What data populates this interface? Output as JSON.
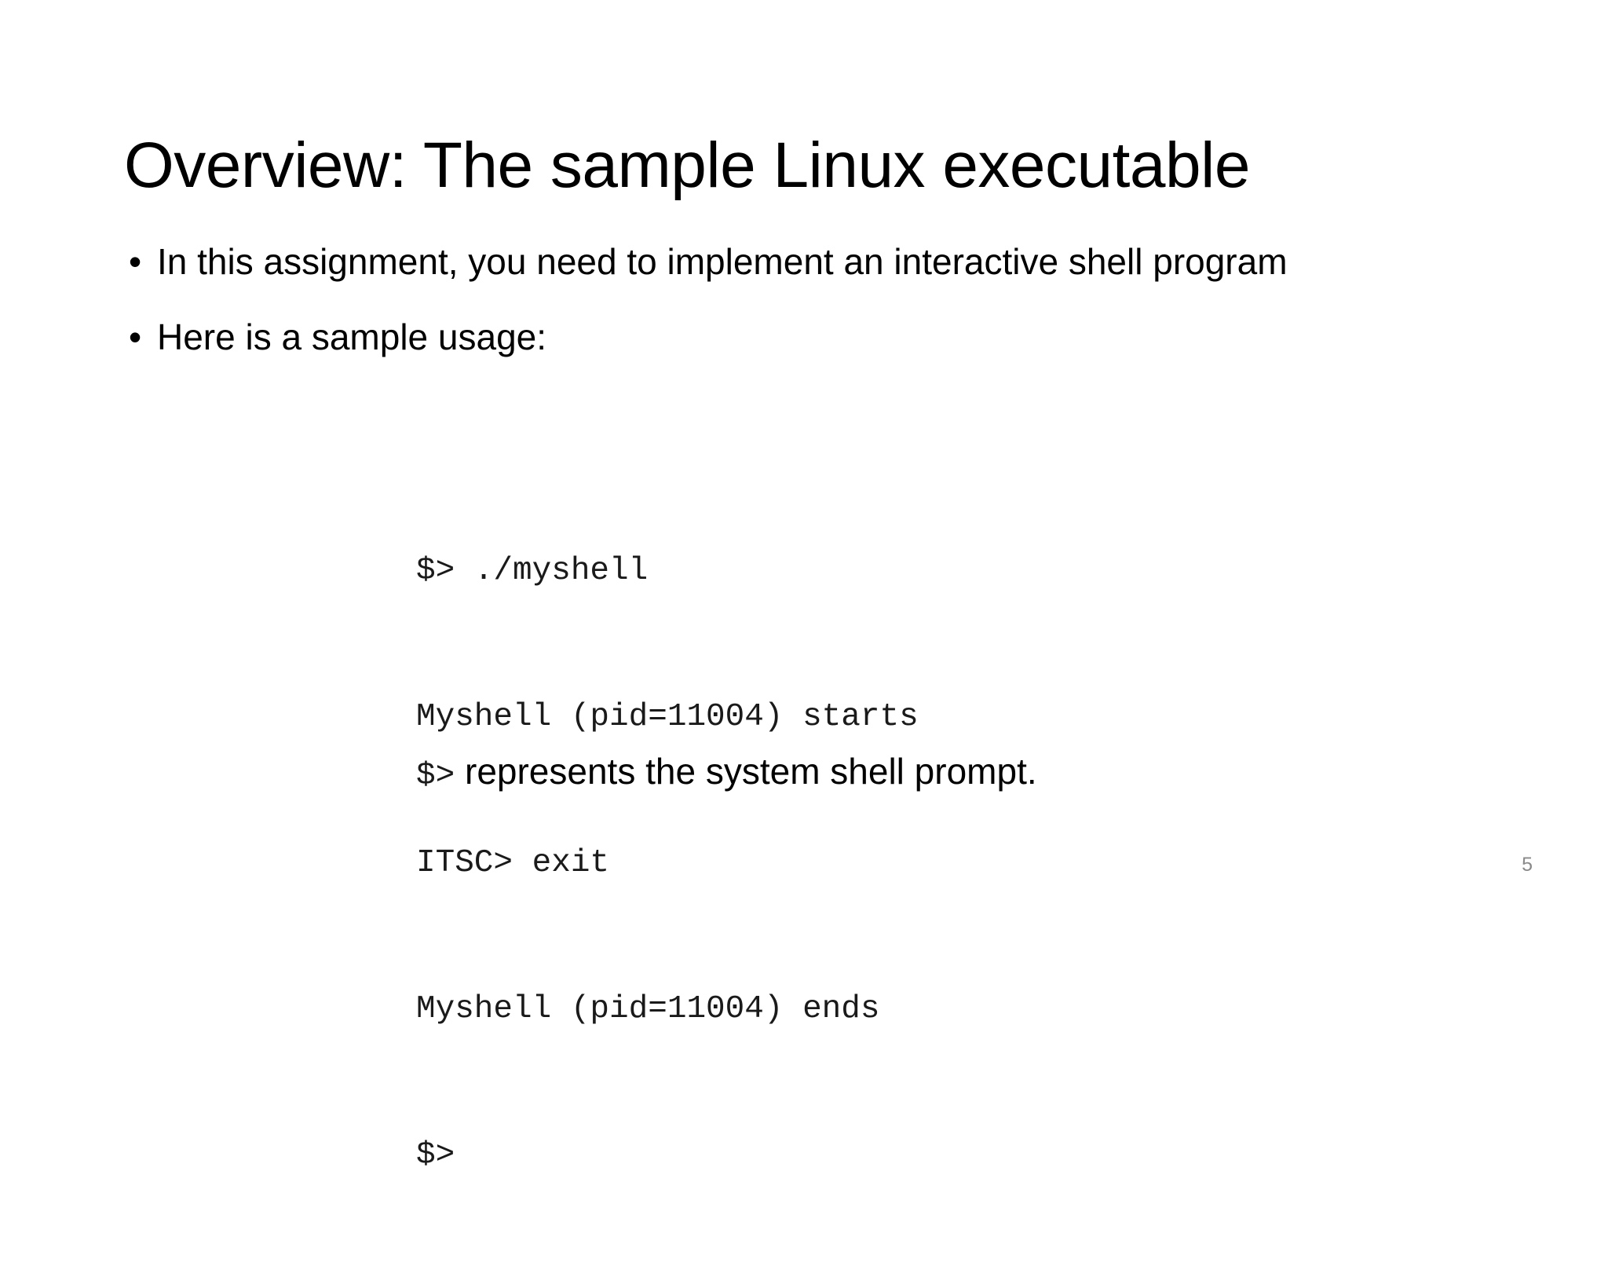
{
  "slide": {
    "title": "Overview: The sample Linux executable",
    "background_color": "#ffffff",
    "text_color": "#000000",
    "slide_number": "5",
    "slide_number_color": "#8a8a8a"
  },
  "bullets": [
    {
      "marker": "•",
      "text": "In this assignment, you need to implement an interactive shell program"
    },
    {
      "marker": "•",
      "text": "Here is a sample usage:"
    }
  ],
  "code_block": {
    "lines": [
      "$> ./myshell",
      "Myshell (pid=11004) starts",
      "ITSC> exit",
      "Myshell (pid=11004) ends",
      "$>"
    ]
  },
  "caption": {
    "prompt": "$>",
    "description": " represents the system shell prompt."
  }
}
